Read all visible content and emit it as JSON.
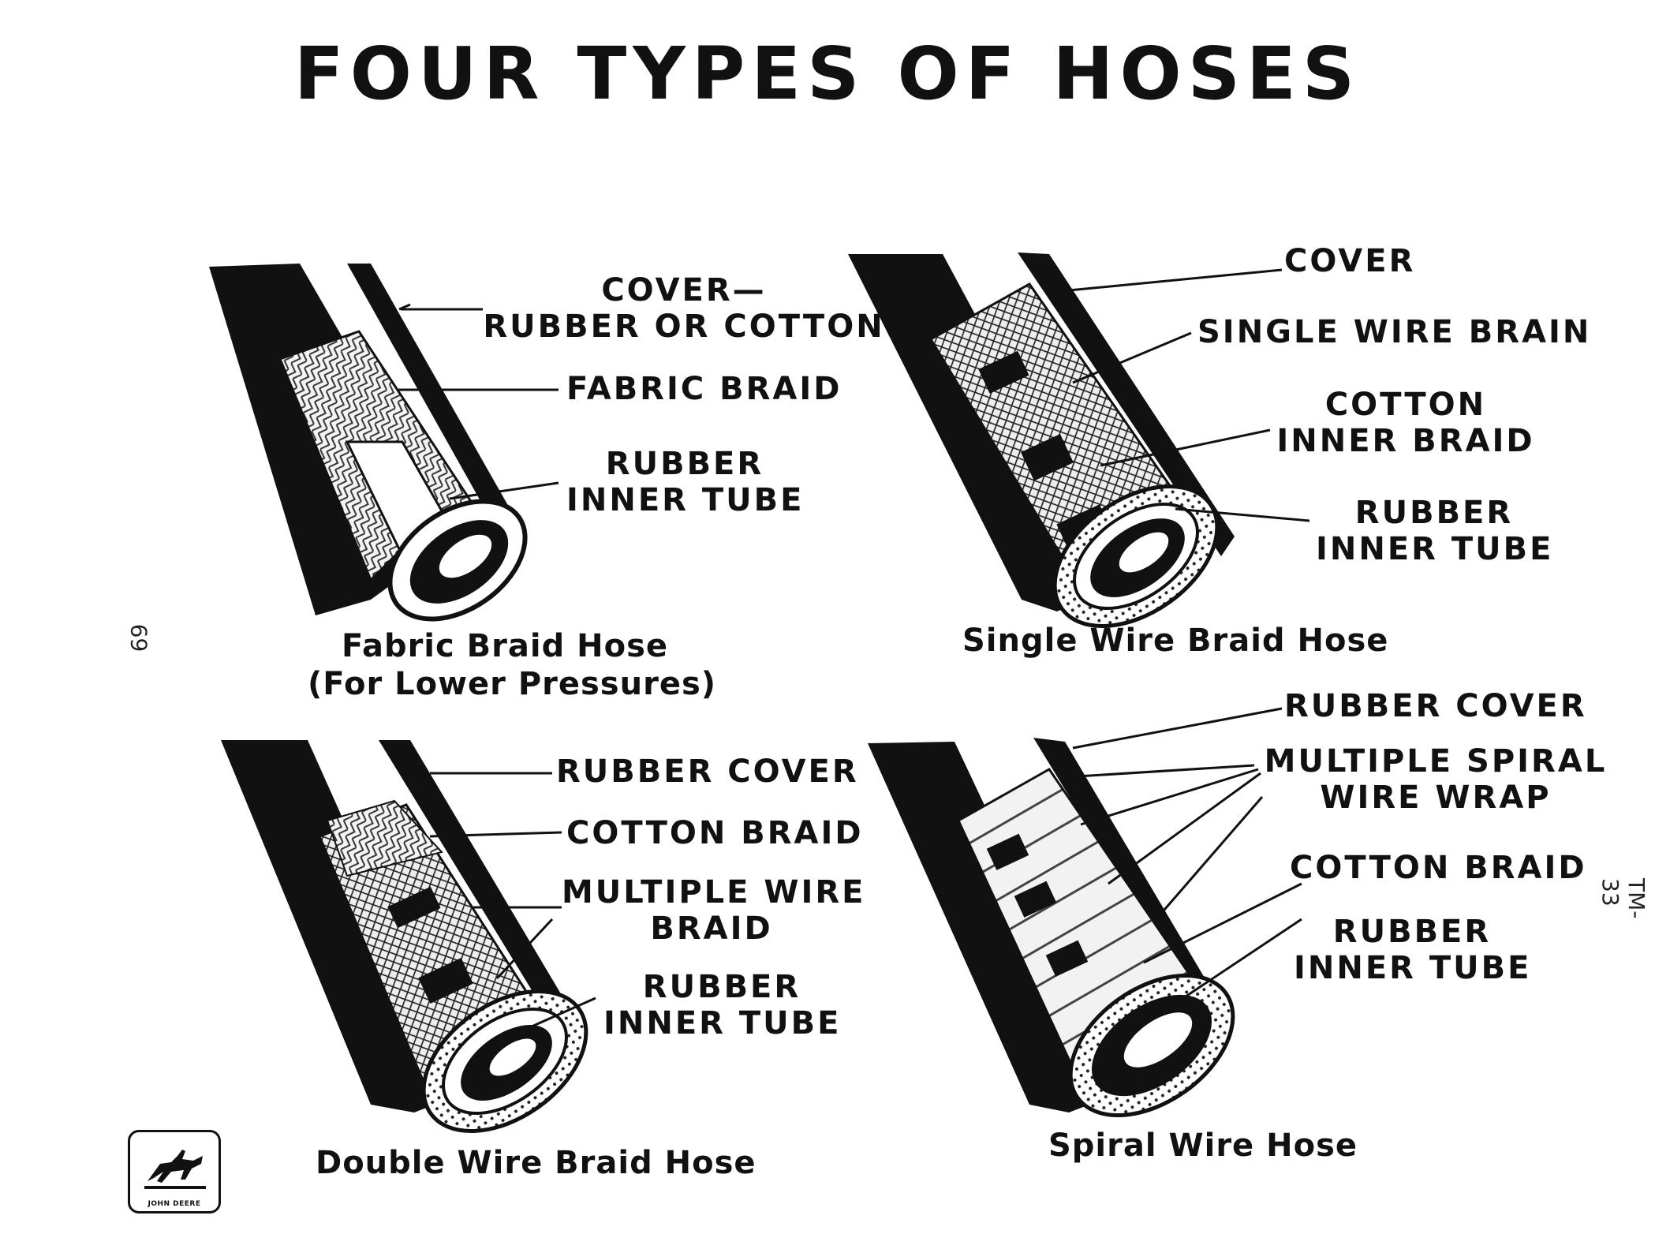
{
  "title": "FOUR TYPES OF HOSES",
  "page_number": "69",
  "side_code": "TM-33",
  "logo_text": "JOHN DEERE",
  "hoses": [
    {
      "caption": "Fabric Braid Hose\n(For Lower Pressures)",
      "labels": [
        "COVER—\nRUBBER OR COTTON",
        "FABRIC BRAID",
        "RUBBER\nINNER TUBE"
      ]
    },
    {
      "caption": "Single Wire Braid Hose",
      "labels": [
        "COVER",
        "SINGLE WIRE BRAIN",
        "COTTON\nINNER BRAID",
        "RUBBER\nINNER TUBE"
      ]
    },
    {
      "caption": "Double Wire Braid Hose",
      "labels": [
        "RUBBER COVER",
        "COTTON BRAID",
        "MULTIPLE WIRE\nBRAID",
        "RUBBER\nINNER TUBE"
      ]
    },
    {
      "caption": "Spiral Wire Hose",
      "labels": [
        "RUBBER COVER",
        "MULTIPLE SPIRAL\nWIRE WRAP",
        "COTTON BRAID",
        "RUBBER\nINNER TUBE"
      ]
    }
  ]
}
